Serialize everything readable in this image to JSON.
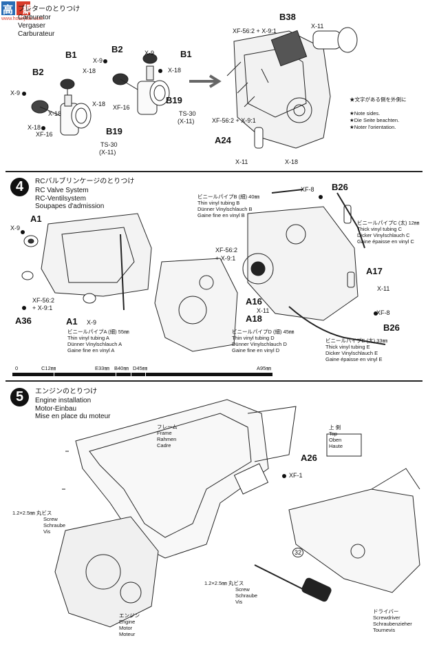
{
  "watermark": {
    "chars": "高 網",
    "url": "www.hobbyfan.com"
  },
  "step3": {
    "title_jp": "ブレターのとりつけ",
    "title_en": "Carburetor",
    "title_de": "Vergaser",
    "title_fr": "Carburateur",
    "labels": {
      "b2_left": "B2",
      "b1_left": "B1",
      "b2_mid": "B2",
      "b1_right": "B1",
      "b19_right": "B19",
      "b19_left": "B19",
      "b38": "B38",
      "a24": "A24",
      "x9_a": "X-9",
      "x18_a": "X-18",
      "x18_b": "X-18",
      "xf16_a": "XF-16",
      "x9_b": "X-9",
      "x18_c": "X-18",
      "x18_d": "X-18",
      "xf16_b": "XF-16",
      "x9_c": "X-9",
      "x18_e": "X-18",
      "ts30_a": "TS-30",
      "x11_a": "(X-11)",
      "ts30_b": "TS-30",
      "x11_b": "(X-11)",
      "xf56_a": "XF-56:2 + X-9:1",
      "x11_c": "X-11",
      "xf56_b": "XF-56:2 + X-9:1",
      "x11_d": "X-11",
      "x18_f": "X-18"
    },
    "note_jp": "★文字がある側を外側に",
    "note_en": "★Note sides.",
    "note_de": "★Die Seite beachten.",
    "note_fr": "★Noter l'orientation."
  },
  "step4": {
    "number": "4",
    "title_jp": "RCバルブリンケージのとりつけ",
    "title_en": "RC Valve System",
    "title_de": "RC-Ventilsystem",
    "title_fr": "Soupapes d'admission",
    "labels": {
      "x9_a": "X-9",
      "a1_top": "A1",
      "xf56": "XF-56:2",
      "x91": "+ X-9:1",
      "a36": "A36",
      "a1_bottom": "A1",
      "x9_b": "X-9",
      "xf8_a": "XF-8",
      "b26_top": "B26",
      "xf56_b": "XF-56:2",
      "x91_b": "+ X-9:1",
      "a17": "A17",
      "x11_a": "X-11",
      "a16": "A16",
      "x11_b": "X-11",
      "a18": "A18",
      "xf8_b": "XF-8",
      "b26_bottom": "B26"
    },
    "tubes": [
      {
        "jp": "ビニールパイプA (細) 55㎜",
        "en": "Thin vinyl tubing A",
        "de": "Dünner Vinylschlauch A",
        "fr": "Gaine fine en vinyl A"
      },
      {
        "jp": "ビニールパイプB (細) 40㎜",
        "en": "Thin vinyl tubing B",
        "de": "Dünner Vinylschlauch B",
        "fr": "Gaine fine en vinyl B"
      },
      {
        "jp": "ビニールパイプC (太) 12㎜",
        "en": "Thick vinyl tubing C",
        "de": "Dicker Vinylschlauch C",
        "fr": "Gaine épaisse en vinyl C"
      },
      {
        "jp": "ビニールパイプD (細) 45㎜",
        "en": "Thin vinyl tubing D",
        "de": "Dünner Vinylschlauch D",
        "fr": "Gaine fine en vinyl D"
      },
      {
        "jp": "ビニールパイプE (太) 33㎜",
        "en": "Thick vinyl tubing E",
        "de": "Dicker Vinylschlauch E",
        "fr": "Gaine épaisse en vinyl E"
      }
    ],
    "ruler": {
      "zero": "0",
      "c": "C12㎜",
      "e": "E33㎜",
      "b": "B40㎜",
      "d": "D45㎜",
      "a": "A95㎜"
    }
  },
  "step5": {
    "number": "5",
    "title_jp": "エンジンのとりつけ",
    "title_en": "Engine installation",
    "title_de": "Motor-Einbau",
    "title_fr": "Mise en place du moteur",
    "frame": {
      "jp": "フレーム",
      "en": "Frame",
      "de": "Rahmen",
      "fr": "Cadre"
    },
    "top": {
      "jp": "上 側",
      "en": "Top",
      "de": "Oben",
      "fr": "Haute"
    },
    "a26": "A26",
    "xf1": "XF-1",
    "n32": "32",
    "screw_top": {
      "jp": "1.2×2.5㎜ 丸ビス",
      "en": "Screw",
      "de": "Schraube",
      "fr": "Vis"
    },
    "screw_bottom": {
      "jp": "1.2×2.5㎜ 丸ビス",
      "en": "Screw",
      "de": "Schraube",
      "fr": "Vis"
    },
    "engine": {
      "jp": "エンジン",
      "en": "Engine",
      "de": "Motor",
      "fr": "Moteur"
    },
    "driver": {
      "jp": "ドライバー",
      "en": "Screwdriver",
      "de": "Schraubenzieher",
      "fr": "Tournevis"
    }
  }
}
